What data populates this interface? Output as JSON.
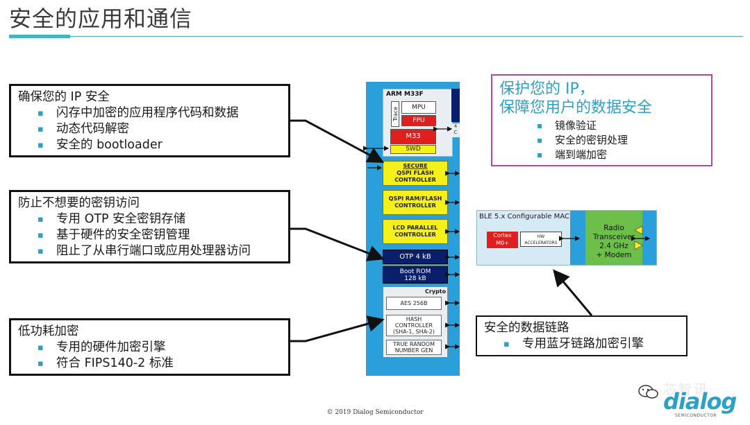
{
  "page_title": "安全的应用和通信",
  "footer": "© 2019 Dialog Semiconductor",
  "logo": {
    "text": "dialog",
    "sub": "SEMICONDUCTOR"
  },
  "watermark": "芯智讯",
  "callouts": {
    "ip_security": {
      "heading": "确保您的 IP 安全",
      "items": [
        "闪存中加密的应用程序代码和数据",
        "动态代码解密",
        "安全的 bootloader"
      ]
    },
    "key_access": {
      "heading": "防止不想要的密钥访问",
      "items": [
        "专用 OTP 安全密钥存储",
        "基于硬件的安全密钥管理",
        "阻止了从串行端口或应用处理器访问"
      ]
    },
    "low_power": {
      "heading": "低功耗加密",
      "items": [
        "专用的硬件加密引擎",
        "符合 FIPS140-2 标准"
      ]
    },
    "data_link": {
      "heading": "安全的数据链路",
      "items": [
        "专用蓝牙链路加密引擎"
      ]
    }
  },
  "protect_box": {
    "line1": "保护您的 IP，",
    "line2": "保障您用户的数据安全",
    "items": [
      "镜像验证",
      "安全的密钥处理",
      "端到端加密"
    ]
  },
  "soc": {
    "core_title": "ARM M33F",
    "trace": "Trace",
    "mpu": "MPU",
    "fpu": "FPU",
    "m33": "M33",
    "swd": "SWD",
    "side_label": "4\nC",
    "blocks": [
      {
        "lines": [
          "SECURE",
          "QSPI FLASH",
          "CONTROLLER"
        ]
      },
      {
        "lines": [
          "QSPI RAM/FLASH",
          "CONTROLLER"
        ]
      },
      {
        "lines": [
          "LCD PARALLEL",
          "CONTROLLER"
        ]
      }
    ],
    "otp": "OTP 4 kB",
    "bootrom": [
      "Boot ROM",
      "128 kB"
    ],
    "crypto_title": "Crypto",
    "crypto_blocks": [
      {
        "lines": [
          "AES 256B"
        ]
      },
      {
        "lines": [
          "HASH",
          "CONTROLLER",
          "(SHA-1, SHA-2)"
        ]
      },
      {
        "lines": [
          "TRUE RANDOM",
          "NUMBER GEN"
        ]
      }
    ]
  },
  "ble": {
    "title": "BLE 5.x Configurable MAC",
    "cortex": [
      "Cortex",
      "M0+"
    ],
    "hw_acc": [
      "HW",
      "ACCELERATORS"
    ],
    "radio": [
      "Radio",
      "Transceiver",
      "2.4 GHz",
      "+ Modem"
    ]
  },
  "colors": {
    "accent": "#3fb5c8",
    "soc_blue": "#2a9fd9",
    "navy": "#0a1f6b",
    "yellow": "#f5ef1a",
    "red": "#e0201e",
    "green": "#6cc04a",
    "magenta": "#c040a0"
  }
}
